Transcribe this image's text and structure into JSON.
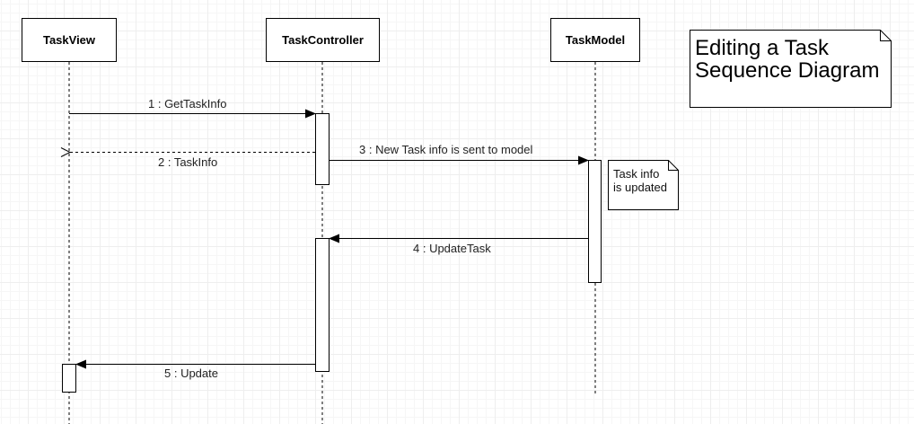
{
  "diagram": {
    "title_line1": "Editing a Task",
    "title_line2": "Sequence Diagram",
    "lifelines": [
      {
        "name": "TaskView"
      },
      {
        "name": "TaskController"
      },
      {
        "name": "TaskModel"
      }
    ],
    "messages": [
      {
        "label": "1 : GetTaskInfo",
        "kind": "synchronous"
      },
      {
        "label": "2 : TaskInfo",
        "kind": "return"
      },
      {
        "label": "3 : New Task info is sent to model",
        "kind": "synchronous"
      },
      {
        "label": "4 : UpdateTask",
        "kind": "synchronous"
      },
      {
        "label": "5 : Update",
        "kind": "synchronous"
      }
    ],
    "note": {
      "line1": "Task info",
      "line2": "is updated"
    }
  },
  "colors": {
    "line": "#000000",
    "grid": "#eeeeee",
    "background": "#ffffff"
  }
}
